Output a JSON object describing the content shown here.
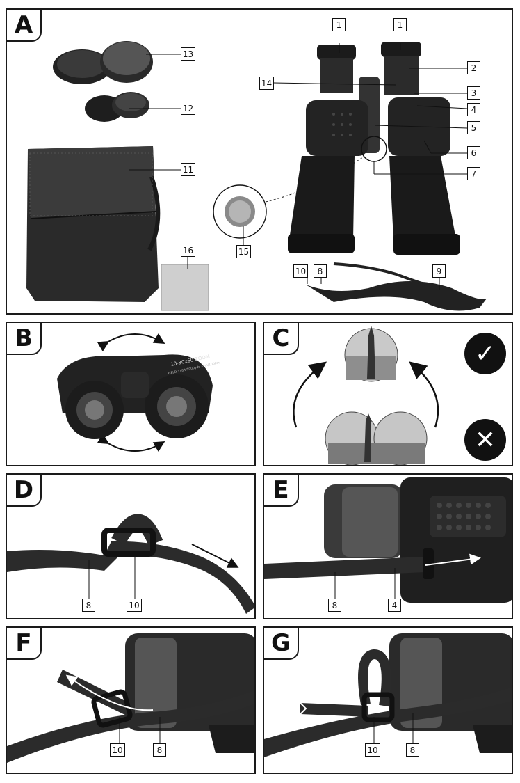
{
  "panels": {
    "A": {
      "letter": "A",
      "callouts": [
        "1",
        "1",
        "2",
        "14",
        "3",
        "4",
        "5",
        "6",
        "7",
        "13",
        "12",
        "11",
        "15",
        "16",
        "10",
        "8",
        "9"
      ]
    },
    "B": {
      "letter": "B"
    },
    "C": {
      "letter": "C",
      "marks": {
        "correct": "✓",
        "wrong": "✕"
      }
    },
    "D": {
      "letter": "D",
      "callouts": [
        "8",
        "10"
      ]
    },
    "E": {
      "letter": "E",
      "callouts": [
        "8",
        "4"
      ]
    },
    "F": {
      "letter": "F",
      "callouts": [
        "10",
        "8"
      ]
    },
    "G": {
      "letter": "G",
      "callouts": [
        "10",
        "8"
      ]
    }
  },
  "binocular_text": [
    "10-30x60 ZOOM",
    "FIELD 118ft/1000yds 39m/1000m"
  ]
}
